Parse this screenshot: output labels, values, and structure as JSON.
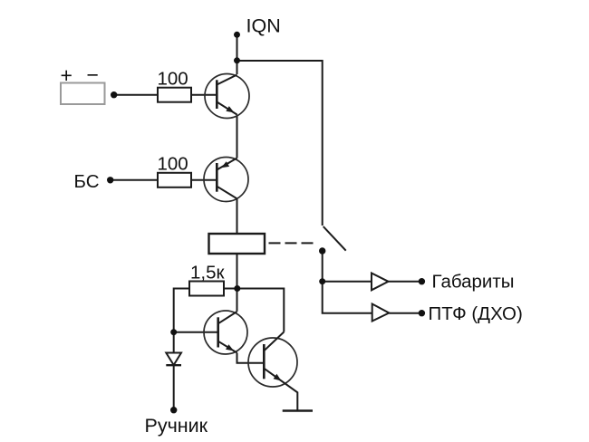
{
  "schematic": {
    "power_terminal": "IQN",
    "battery": {
      "plus": "+",
      "minus": "−"
    },
    "resistors": {
      "r1": "100",
      "r2": "100",
      "r3": "1,5к"
    },
    "inputs": {
      "bs": "БС",
      "handbrake": "Ручник"
    },
    "outputs": {
      "parking_lights": "Габариты",
      "fog_drl": "ПТФ (ДХО)"
    },
    "colors": {
      "line": "#1b1b1b",
      "battery_outline": "#9a9a9a",
      "background": "#ffffff"
    }
  }
}
